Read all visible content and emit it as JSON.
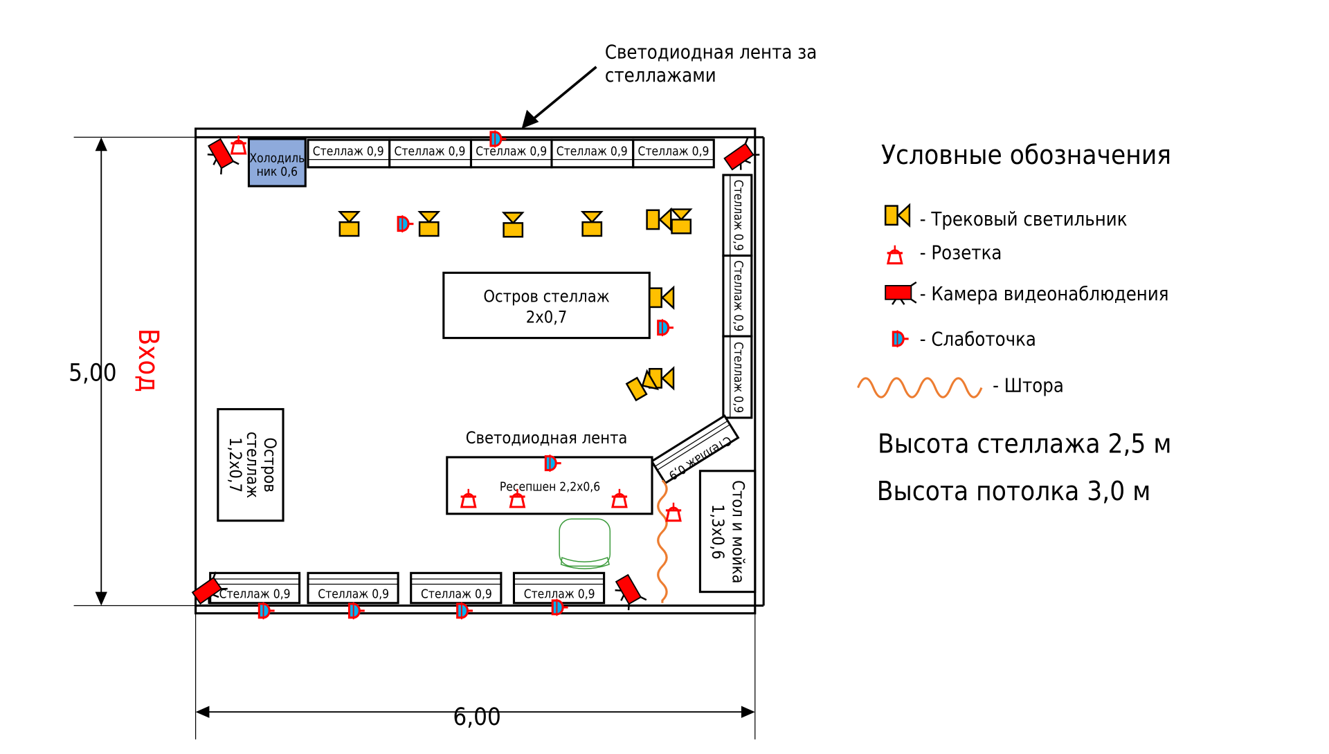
{
  "annotation": {
    "led_behind_shelves_line1": "Светодиодная лента за",
    "led_behind_shelves_line2": "стеллажами"
  },
  "dimensions": {
    "height": "5,00",
    "width": "6,00"
  },
  "entrance": "Вход",
  "fridge": {
    "line1": "Холодиль",
    "line2": "ник 0,6"
  },
  "shelf_label": "Стеллаж 0,9",
  "island_main": {
    "line1": "Остров стеллаж",
    "line2": "2x0,7"
  },
  "island_left": {
    "line1": "Остров",
    "line2": "стеллаж",
    "line3": "1,2x0,7"
  },
  "led_strip": "Светодиодная лента",
  "reception": "Ресепшен 2,2x0,6",
  "table": {
    "line1": "Стол и мойка",
    "line2": "1,3x0,6"
  },
  "legend": {
    "title": "Условные обозначения",
    "items": [
      {
        "icon": "track-light-icon",
        "label": "- Трековый светильник"
      },
      {
        "icon": "socket-icon",
        "label": "- Розетка"
      },
      {
        "icon": "camera-icon",
        "label": "- Камера видеонаблюдения"
      },
      {
        "icon": "low-current-icon",
        "label": "- Слаботочка"
      },
      {
        "icon": "curtain-icon",
        "label": "- Штора"
      }
    ],
    "shelf_height": "Высота стеллажа 2,5 м",
    "ceiling_height": "Высота потолка 3,0 м"
  },
  "colors": {
    "track": "#ffc000",
    "socket": "#ff0000",
    "lowcurrent": "#00b0f0",
    "camera": "#ff0000",
    "curtain": "#ed7d31",
    "fridge": "#8eaadb",
    "entrance": "#ff0000",
    "chair": "#3a9a3a"
  }
}
